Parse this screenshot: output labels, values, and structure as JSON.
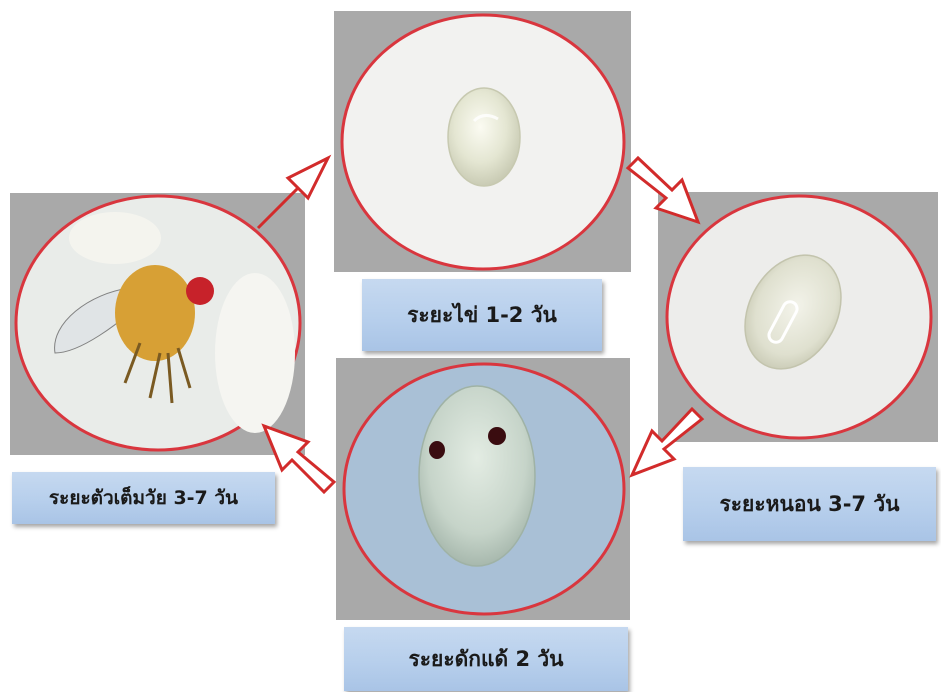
{
  "stages": {
    "egg": {
      "label": "ระยะไข่ 1-2 วัน"
    },
    "larva": {
      "label": "ระยะหนอน 3-7 วัน"
    },
    "pupa": {
      "label": "ระยะดักแด้ 2 วัน"
    },
    "adult": {
      "label": "ระยะตัวเต็มวัย 3-7 วัน"
    }
  },
  "colors": {
    "circle_border": "#d9363e",
    "arrow": "#d22b2b",
    "panel_bg": "#a9a9a9",
    "label_bg": "#b9d0ec"
  }
}
